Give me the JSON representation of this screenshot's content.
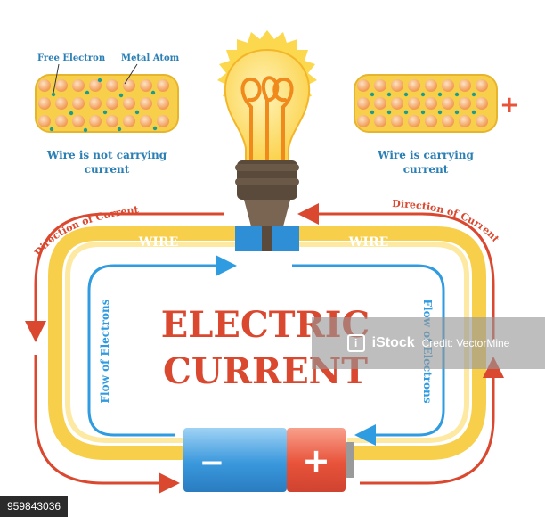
{
  "wire_panel_left": {
    "label_free_electron": "Free Electron",
    "label_metal_atom": "Metal Atom",
    "caption_line1": "Wire is not carrying",
    "caption_line2": "current"
  },
  "wire_panel_right": {
    "caption_line1": "Wire is carrying",
    "caption_line2": "current",
    "terminal_symbol": "+"
  },
  "circuit": {
    "wire_label_left": "WIRE",
    "wire_label_right": "WIRE",
    "direction_label_left": "Direction of Current",
    "direction_label_right": "Direction of Current",
    "electron_flow_left": "Flow of Electrons",
    "electron_flow_right": "Flow of Electrons"
  },
  "title": {
    "line1": "ELECTRIC",
    "line2": "CURRENT"
  },
  "battery": {
    "negative_symbol": "−",
    "positive_symbol": "+"
  },
  "watermark": {
    "brand": "iStock",
    "credit": "Credit: VectorMine",
    "logo_letter": "i"
  },
  "image_id": "959843036",
  "colors": {
    "arrow_red": "#d9482f",
    "arrow_blue": "#2f9be0",
    "wire_yellow": "#f7cf4a",
    "wire_yellow_light": "#fde9a2",
    "title_red": "#d9482f",
    "battery_blue": "#2f8fd6",
    "battery_red": "#e8533a",
    "socket_brown": "#5a4a3b",
    "caption_blue": "#2a7fb5"
  },
  "icons": [
    "light-bulb-icon",
    "battery-icon",
    "plus-icon",
    "minus-icon"
  ]
}
